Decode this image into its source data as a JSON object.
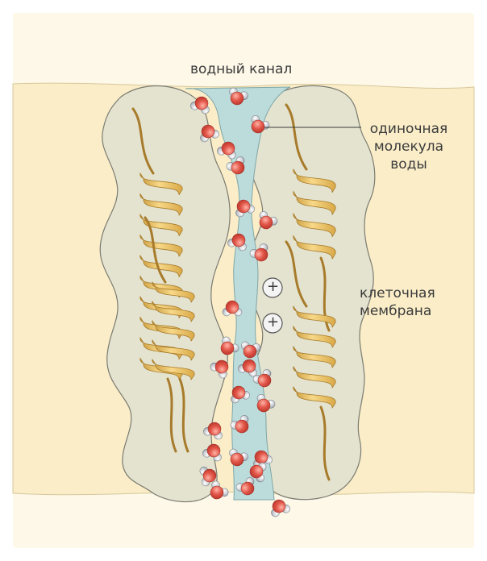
{
  "labels": {
    "channel": "водный канал",
    "molecule": [
      "одиночная",
      "молекула",
      "воды"
    ],
    "membrane": [
      "клеточная",
      "мембрана"
    ],
    "charge": "+"
  },
  "colors": {
    "frame_background": "#fdf8e8",
    "membrane": "#faedc8",
    "protein": "#e4e3cf",
    "protein_outline": "#7b7b72",
    "channel_water": "#bcdcdc",
    "helix": "#f2c86b",
    "helix_dark": "#a77b2b",
    "oxygen": "#e2574a",
    "hydrogen": "#c8ccd3",
    "text": "#3b3b3b"
  },
  "water_molecule_count": 28,
  "positive_charge_count": 2,
  "helix_count": 4
}
